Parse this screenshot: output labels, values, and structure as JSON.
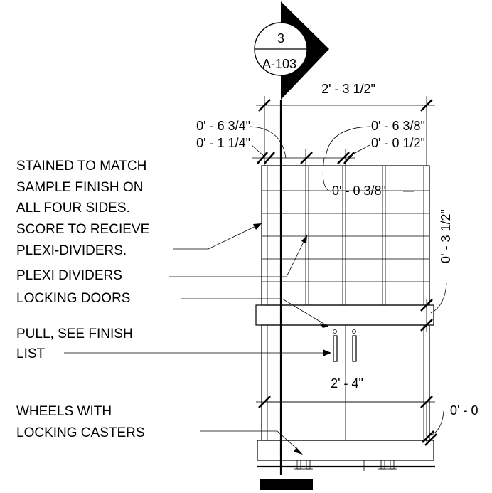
{
  "section_marker": {
    "number": "3",
    "sheet": "A-103"
  },
  "dimensions": {
    "overall_width": "2' - 3 1/2\"",
    "left_offset_top": "0' - 6 3/4\"",
    "left_offset_bottom": "0' - 1 1/4\"",
    "right_offset_top": "0' - 6 3/8\"",
    "right_offset_bottom": "0' - 0 1/2\"",
    "middle_gap": "0' - 0 3/8\"",
    "band_height": "0' - 3 1/2\"",
    "lower_height": "2' - 4\"",
    "base_offset": "0' - 0"
  },
  "notes": {
    "stained": [
      "STAINED TO MATCH",
      "SAMPLE FINISH ON",
      "ALL FOUR SIDES.",
      "SCORE TO RECIEVE",
      "PLEXI-DIVIDERS."
    ],
    "plexi": "PLEXI DIVIDERS",
    "doors": "LOCKING DOORS",
    "pull": [
      "PULL, SEE FINISH",
      "LIST"
    ],
    "wheels": [
      "WHEELS WITH",
      "LOCKING CASTERS"
    ]
  }
}
